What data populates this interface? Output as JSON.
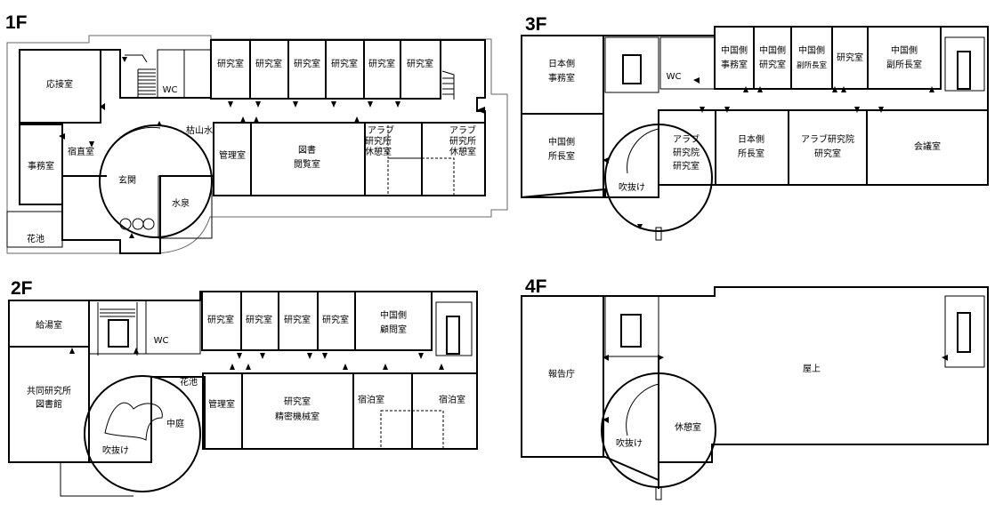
{
  "floors": {
    "f1": {
      "label": "1F",
      "rooms": {
        "reception": "応接室",
        "office": "事務室",
        "night_duty": "宿直室",
        "entrance": "玄関",
        "fountain": "水泉",
        "pond": "花池",
        "wc": "WC",
        "dry_garden": "枯山水",
        "lab1": "研究室",
        "lab2": "研究室",
        "lab3": "研究室",
        "lab4": "研究室",
        "lab5": "研究室",
        "lab6": "研究室",
        "management": "管理室",
        "library_reading": [
          "図書",
          "閲覧室"
        ],
        "arab_rest_1": [
          "アラブ",
          "研究所",
          "休憩室"
        ],
        "arab_rest_2": [
          "アラブ",
          "研究所",
          "休憩室"
        ]
      }
    },
    "f2": {
      "label": "2F",
      "rooms": {
        "kitchenette": "給湯室",
        "wc": "WC",
        "lab1": "研究室",
        "lab2": "研究室",
        "lab3": "研究室",
        "lab4": "研究室",
        "china_advisor": [
          "中国側",
          "顧問室"
        ],
        "joint_library": [
          "共同研究所",
          "図書館"
        ],
        "atrium": "吹抜け",
        "courtyard": "中庭",
        "pond": "花池",
        "management": "管理室",
        "lab_precision": [
          "研究室",
          "精密機械室"
        ],
        "lodging_1": "宿泊室",
        "lodging_2": "宿泊室"
      }
    },
    "f3": {
      "label": "3F",
      "rooms": {
        "japan_office": [
          "日本側",
          "事務室"
        ],
        "wc": "WC",
        "china_office": [
          "中国側",
          "事務室"
        ],
        "china_lab": [
          "中国側",
          "研究室"
        ],
        "china_vice_director_small": [
          "中国側",
          "副所長室"
        ],
        "lab": "研究室",
        "china_vice_director": [
          "中国側",
          "副所長室"
        ],
        "china_director": [
          "中国側",
          "所長室"
        ],
        "atrium": "吹抜け",
        "arab_lab_1": [
          "アラブ",
          "研究院",
          "研究室"
        ],
        "japan_director": [
          "日本側",
          "所長室"
        ],
        "arab_lab_2": [
          "アラブ研究院",
          "研究室"
        ],
        "meeting": "会議室"
      }
    },
    "f4": {
      "label": "4F",
      "rooms": {
        "report_hall": "報告庁",
        "atrium": "吹抜け",
        "rest_room": "休憩室",
        "rooftop": "屋上"
      }
    }
  }
}
